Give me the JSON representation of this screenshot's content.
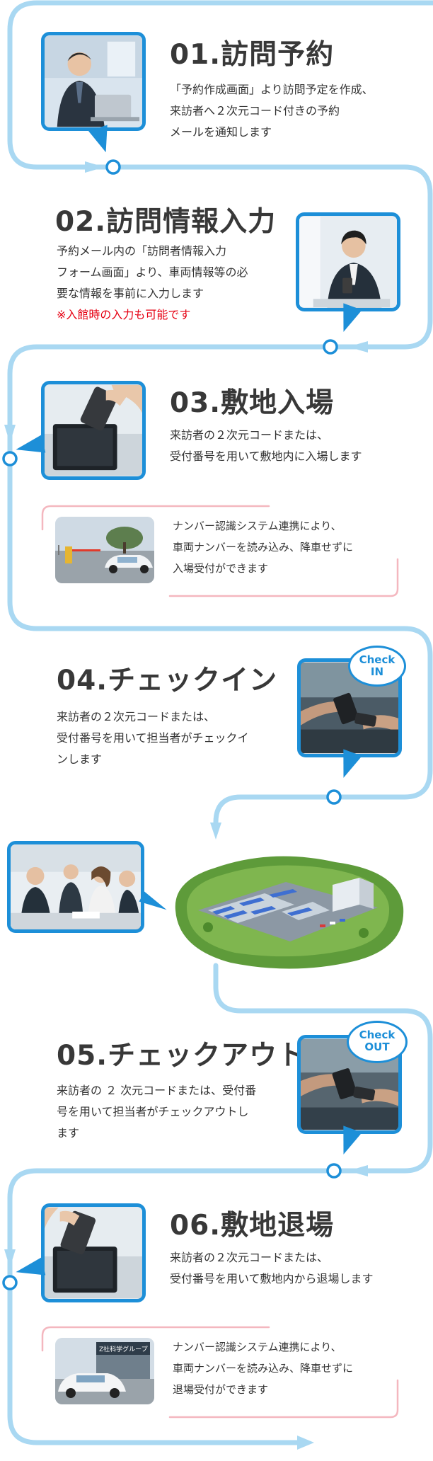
{
  "colors": {
    "accent": "#1d8fd8",
    "path": "#a9d8f2",
    "pink": "#f4b7bf",
    "note": "#e60012",
    "text": "#333333"
  },
  "steps": [
    {
      "title": "01.訪問予約",
      "desc": [
        "「予約作成画面」より訪問予定を作成、",
        "来訪者へ２次元コード付きの予約",
        "メールを通知します"
      ]
    },
    {
      "title": "02.訪問情報入力",
      "desc": [
        "予約メール内の「訪問者情報入力",
        "フォーム画面」より、車両情報等の必",
        "要な情報を事前に入力します"
      ],
      "note": "※入館時の入力も可能です"
    },
    {
      "title": "03.敷地入場",
      "desc": [
        "来訪者の２次元コードまたは、",
        "受付番号を用いて敷地内に入場します"
      ],
      "sub": [
        "ナンバー認識システム連携により、",
        "車両ナンバーを読み込み、降車せずに",
        "入場受付ができます"
      ]
    },
    {
      "title": "04.チェックイン",
      "desc": [
        "来訪者の２次元コードまたは、",
        "受付番号を用いて担当者がチェックイ",
        "ンします"
      ],
      "bubble": [
        "Check",
        "IN"
      ]
    },
    {
      "title": "05.チェックアウト",
      "desc": [
        "来訪者の ２ 次元コードまたは、受付番",
        "号を用いて担当者がチェックアウトし",
        "ます"
      ],
      "bubble": [
        "Check",
        "OUT"
      ]
    },
    {
      "title": "06.敷地退場",
      "desc": [
        "来訪者の２次元コードまたは、",
        "受付番号を用いて敷地内から退場します"
      ],
      "sub": [
        "ナンバー認識システム連携により、",
        "車両ナンバーを読み込み、降車せずに",
        "退場受付ができます"
      ],
      "sign": "Z社科学グループ"
    }
  ],
  "icons": {
    "photo": "photo-illustration",
    "arrow": "arrow-head",
    "node": "circle-node"
  }
}
